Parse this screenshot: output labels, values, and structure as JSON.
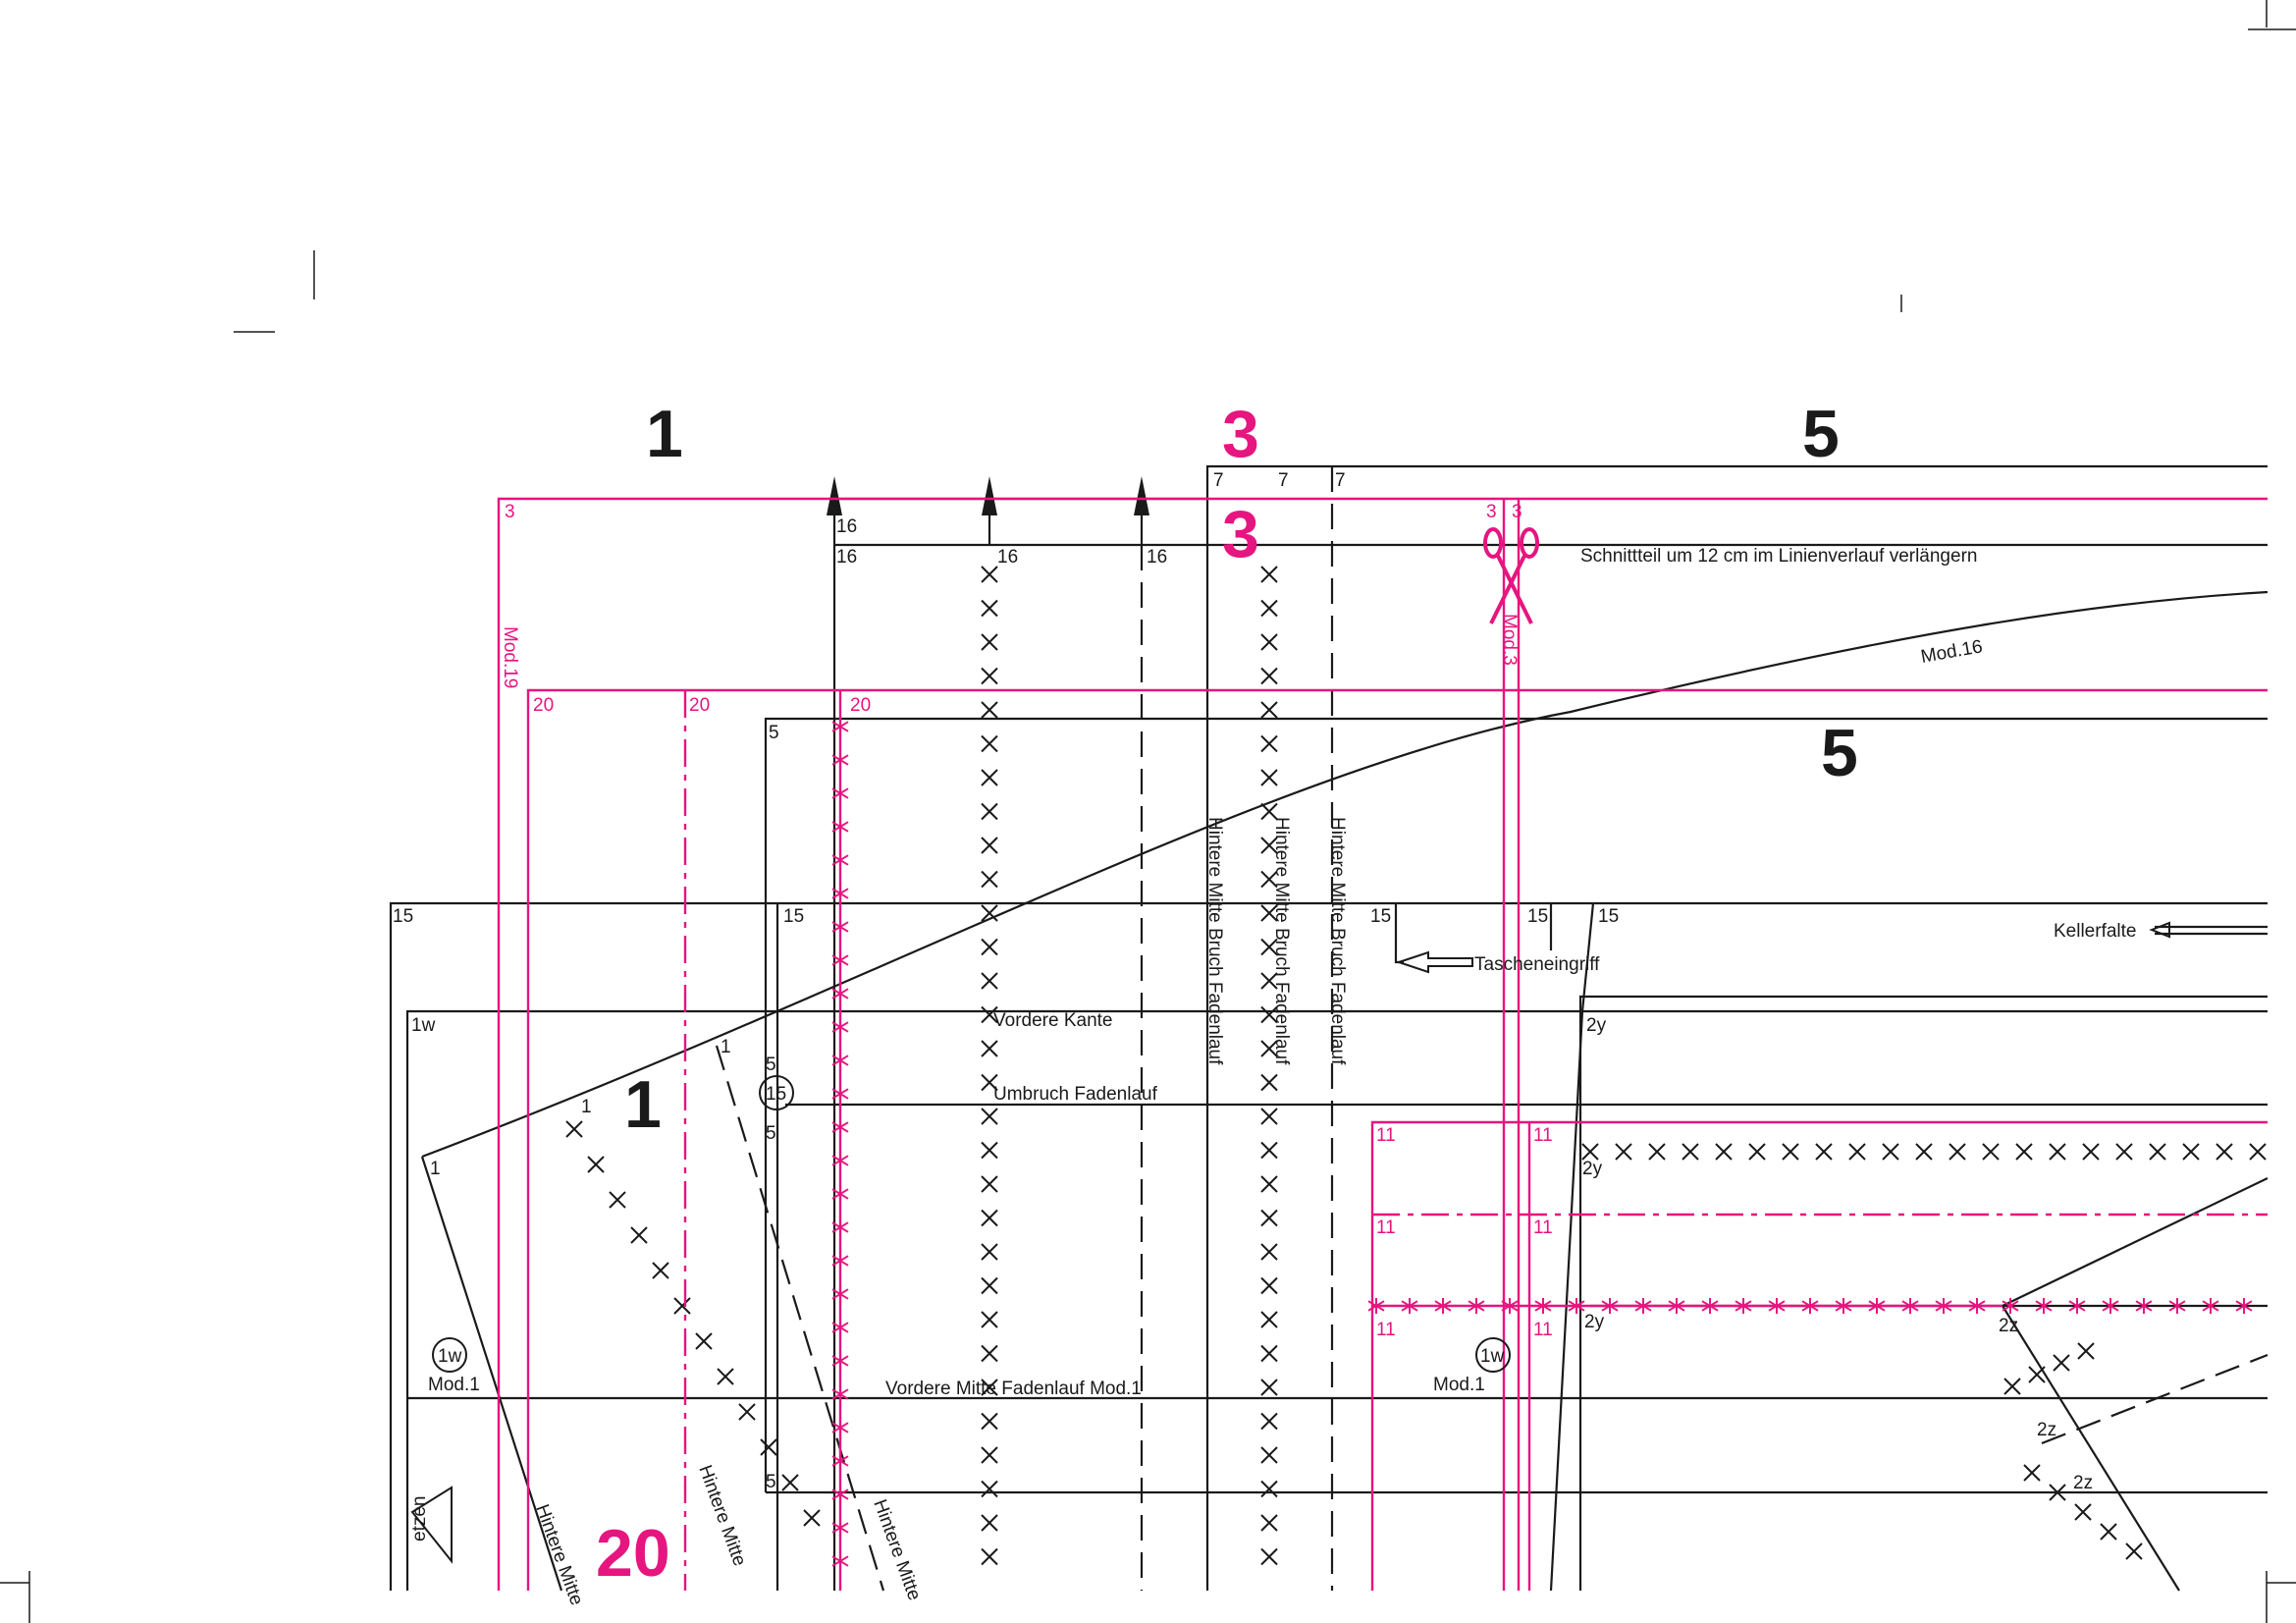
{
  "colors": {
    "ink": "#1a1a1a",
    "accent": "#e6157f",
    "paper": "#ffffff"
  },
  "icons": {
    "scissors": "scissors-icon",
    "arrow": "grainline-arrow-icon",
    "notch": "notch-triangle-icon"
  },
  "big_numbers": {
    "n1_top": "1",
    "n3_top": "3",
    "n3_second": "3",
    "n5_top": "5",
    "n5_mid": "5",
    "n1_mid": "1",
    "n20_bottom": "20"
  },
  "small_numbers": {
    "n3": "3",
    "n7": "7",
    "n16": "16",
    "n20": "20",
    "n5": "5",
    "n15": "15",
    "n1w": "1w",
    "n1": "1",
    "n11": "11",
    "n2y": "2y",
    "n2z": "2z"
  },
  "labels": {
    "schnittteil": "Schnittteil um 12 cm im Linienverlauf verlängern",
    "mod16": "Mod.16",
    "mod19": "Mod.19",
    "mod3": "Mod.3",
    "mod1": "Mod.1",
    "vordere_kante": "Vordere Kante",
    "umbruch": "Umbruch  Fadenlauf",
    "vordere_mitte": "Vordere Mitte  Fadenlauf  Mod.1",
    "hm_bruch": "Hintere Mitte  Bruch  Fadenlauf",
    "taschen": "Tascheneingriff",
    "kellerfalte": "Kellerfalte",
    "hintere_mitte": "Hintere Mitte",
    "etzen": "etzen",
    "circle_15": "15",
    "circle_1w": "1w"
  }
}
